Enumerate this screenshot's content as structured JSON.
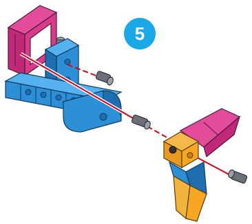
{
  "step": {
    "number": "5"
  },
  "colors": {
    "badge": "#1aa9e6",
    "blue": "#2d8fd6",
    "blue_dark": "#1f6fb0",
    "blue_light": "#56b2ef",
    "magenta": "#c2287a",
    "magenta_light": "#e34b9b",
    "orange": "#f5a623",
    "yellow": "#f2b33d",
    "grey": "#7a8088",
    "red_line": "#d0021b"
  },
  "parts": [
    {
      "name": "base-assembly",
      "icon": "blue-brick-icon"
    },
    {
      "name": "frame-part",
      "icon": "magenta-frame-icon"
    },
    {
      "name": "connector-peg-1",
      "icon": "peg-icon"
    },
    {
      "name": "connector-peg-2",
      "icon": "peg-icon"
    },
    {
      "name": "connector-peg-3",
      "icon": "peg-icon"
    },
    {
      "name": "wing-assembly",
      "icon": "wing-icon"
    }
  ]
}
